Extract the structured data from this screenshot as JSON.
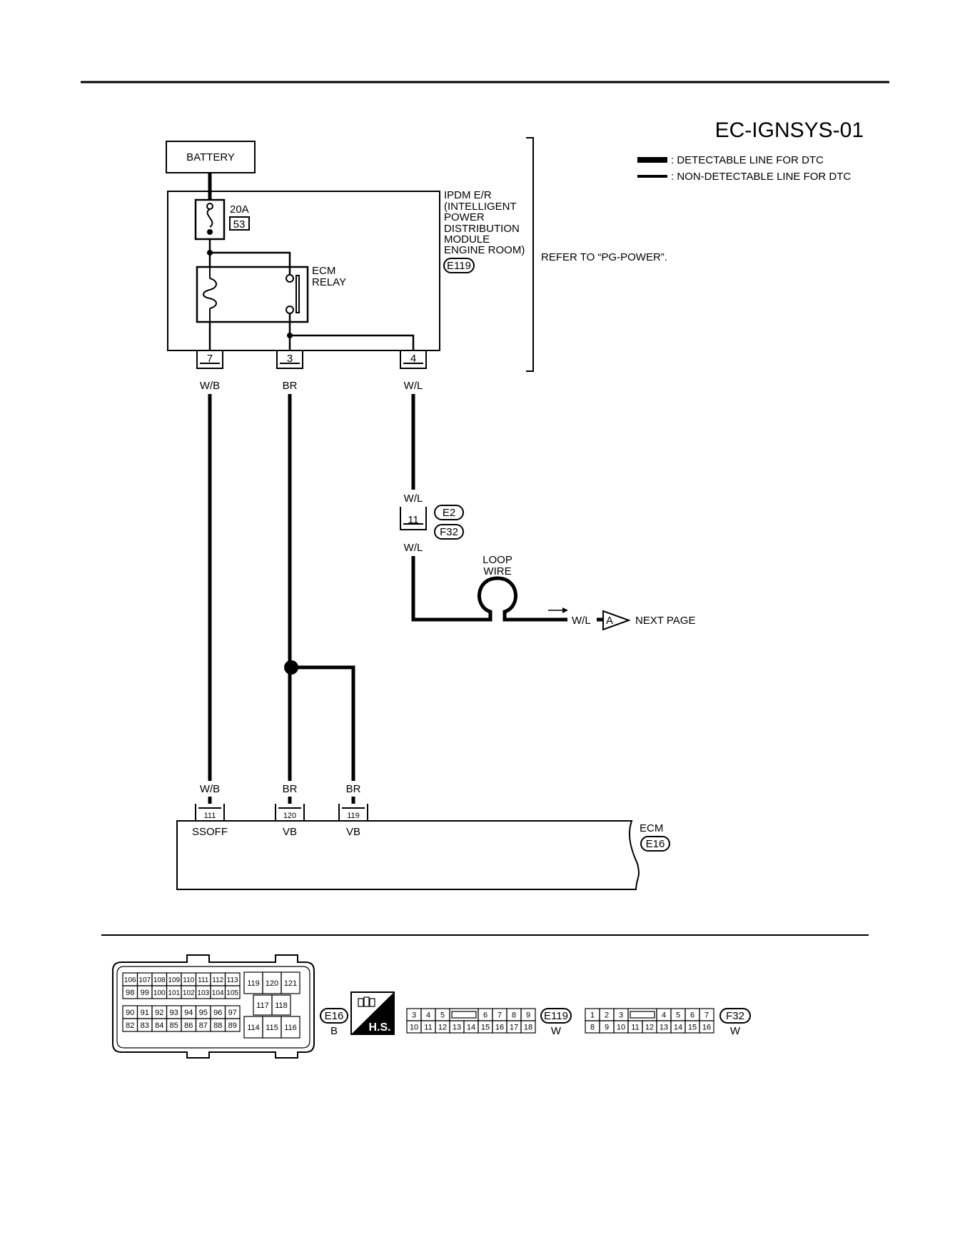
{
  "title": "EC-IGNSYS-01",
  "legend": {
    "detectable": ": DETECTABLE LINE FOR DTC",
    "non_detectable": ": NON-DETECTABLE LINE FOR DTC"
  },
  "battery": "BATTERY",
  "fuse": {
    "rating": "20A",
    "number": "53"
  },
  "ipdm": {
    "lines": [
      "IPDM E/R",
      "(INTELLIGENT",
      "POWER",
      "DISTRIBUTION",
      "MODULE",
      "ENGINE ROOM)"
    ],
    "connector": "E119"
  },
  "refer": "REFER TO “PG-POWER”.",
  "relay": [
    "ECM",
    "RELAY"
  ],
  "ipdm_pins": {
    "p7": "7",
    "p3": "3",
    "p4": "4"
  },
  "wire_colors": {
    "wb": "W/B",
    "br": "BR",
    "wl": "W/L"
  },
  "junction": {
    "pin": "11",
    "conn_a": "E2",
    "conn_b": "F32"
  },
  "loop": [
    "LOOP",
    "WIRE"
  ],
  "next_page": {
    "letter": "A",
    "label": "NEXT PAGE"
  },
  "ecm": {
    "label": "ECM",
    "connector": "E16",
    "pins": [
      {
        "num": "111",
        "name": "SSOFF"
      },
      {
        "num": "120",
        "name": "VB"
      },
      {
        "num": "119",
        "name": "VB"
      }
    ]
  },
  "connectors": {
    "e16": {
      "id": "E16",
      "color": "B",
      "rows_left": [
        [
          "106",
          "107",
          "108",
          "109",
          "110",
          "111",
          "112",
          "113"
        ],
        [
          "98",
          "99",
          "100",
          "101",
          "102",
          "103",
          "104",
          "105"
        ],
        [
          "90",
          "91",
          "92",
          "93",
          "94",
          "95",
          "96",
          "97"
        ],
        [
          "82",
          "83",
          "84",
          "85",
          "86",
          "87",
          "88",
          "89"
        ]
      ],
      "right_top": [
        "119",
        "120",
        "121"
      ],
      "right_mid": [
        "117",
        "118"
      ],
      "right_bot": [
        "114",
        "115",
        "116"
      ]
    },
    "hs": "H.S.",
    "e119": {
      "id": "E119",
      "color": "W",
      "top": [
        "3",
        "4",
        "5",
        "",
        "6",
        "7",
        "8",
        "9"
      ],
      "bottom": [
        "10",
        "11",
        "12",
        "13",
        "14",
        "15",
        "16",
        "17",
        "18"
      ]
    },
    "f32": {
      "id": "F32",
      "color": "W",
      "top": [
        "1",
        "2",
        "3",
        "",
        "4",
        "5",
        "6",
        "7"
      ],
      "bottom": [
        "8",
        "9",
        "10",
        "11",
        "12",
        "13",
        "14",
        "15",
        "16"
      ]
    }
  }
}
